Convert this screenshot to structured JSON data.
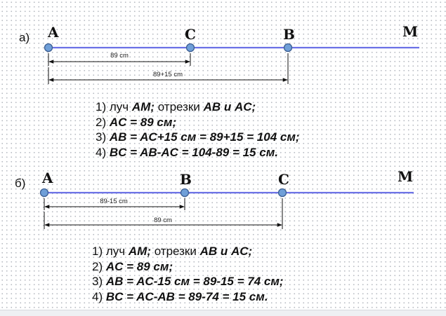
{
  "part_a": {
    "label": "а)",
    "points": {
      "A": "A",
      "C": "C",
      "B": "B",
      "M": "M"
    },
    "dim_ac": "89 cm",
    "dim_ab": "89+15 cm",
    "steps": [
      {
        "num": "1)",
        "pre": "луч",
        "em1": "AM;",
        "mid": "отрезки",
        "em2": "AB и AC;"
      },
      {
        "num": "2)",
        "em1": "AC = 89 см;"
      },
      {
        "num": "3)",
        "em1": "AB = AC+15 см = 89+15 = 104 см;"
      },
      {
        "num": "4)",
        "em1": "BC = AB-AC = 104-89 = 15 см."
      }
    ]
  },
  "part_b": {
    "label": "б)",
    "points": {
      "A": "A",
      "B": "B",
      "C": "C",
      "M": "M"
    },
    "dim_ab": "89-15 cm",
    "dim_ac": "89 cm",
    "steps": [
      {
        "num": "1)",
        "pre": "луч",
        "em1": "AM;",
        "mid": "отрезки",
        "em2": "AB и AC;"
      },
      {
        "num": "2)",
        "em1": "AC = 89 см;"
      },
      {
        "num": "3)",
        "em1": "AB = AC-15 см = 89-15 = 74 см;"
      },
      {
        "num": "4)",
        "em1": "BC = AC-AB = 89-74 = 15 см."
      }
    ]
  },
  "colors": {
    "ray": "#6a70e6",
    "point_fill": "#6f9fd8",
    "point_stroke": "#3d5f93"
  }
}
